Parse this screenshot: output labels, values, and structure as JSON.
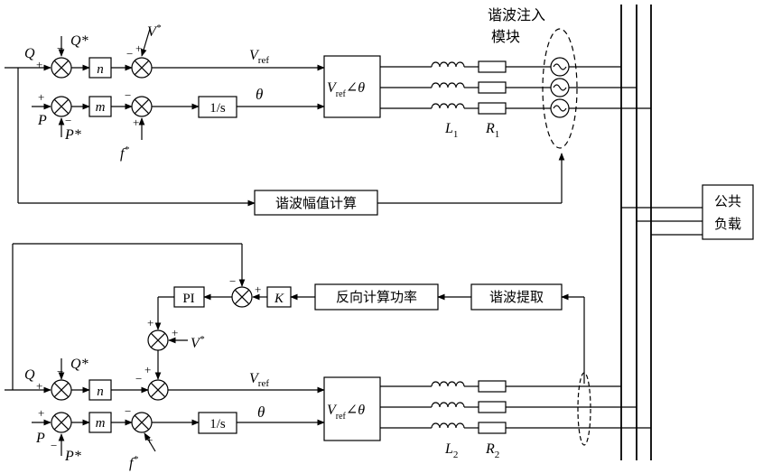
{
  "labels": {
    "harmonic_injection_l1": "谐波注入",
    "harmonic_injection_l2": "模块",
    "harmonic_amp_calc": "谐波幅值计算",
    "common_load_l1": "公共",
    "common_load_l2": "负载",
    "reverse_power_calc": "反向计算功率",
    "harmonic_extract": "谐波提取",
    "pi": "PI",
    "k": "K",
    "n": "n",
    "m": "m",
    "integrator": "1/s",
    "theta": "θ",
    "v": "V",
    "ref": "ref",
    "angle": "∠",
    "q": "Q",
    "p": "P",
    "f": "f",
    "star": "*",
    "plus": "+",
    "minus": "−",
    "l": "L",
    "r": "R",
    "sub1": "1",
    "sub2": "2"
  }
}
